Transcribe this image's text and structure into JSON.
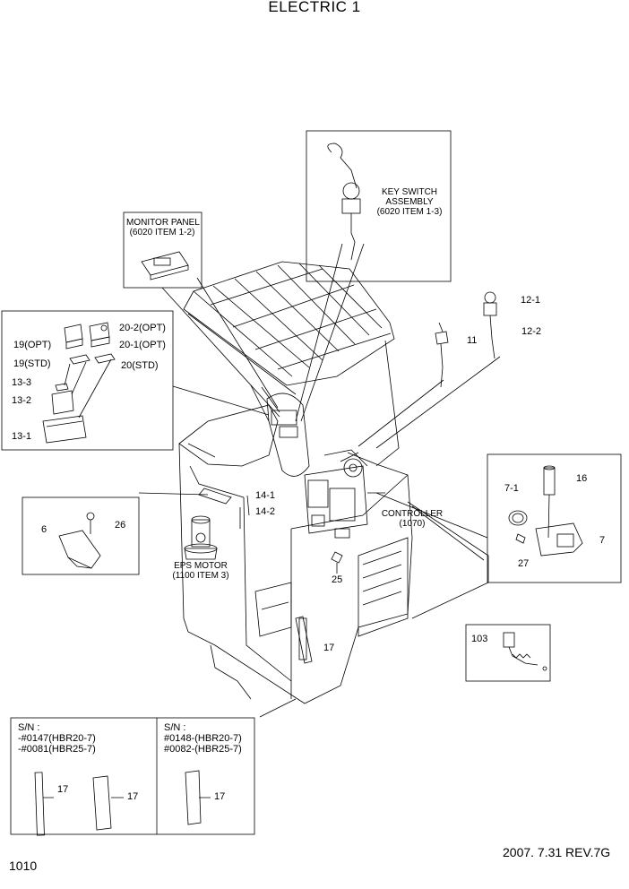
{
  "title": "ELECTRIC 1",
  "page_number": "1010",
  "revision": "2007. 7.31 REV.7G",
  "labels": {
    "monitor_panel": [
      "MONITOR PANEL",
      "(6020 ITEM 1-2)"
    ],
    "key_switch": [
      "KEY SWITCH",
      "ASSEMBLY",
      "(6020 ITEM 1-3)"
    ],
    "controller": [
      "CONTROLLER",
      "(1070)"
    ],
    "eps_motor": [
      "EPS MOTOR",
      "(1100 ITEM 3)"
    ]
  },
  "callouts": {
    "c20_2": "20-2(OPT)",
    "c19_opt": "19(OPT)",
    "c20_1": "20-1(OPT)",
    "c19_std": "19(STD)",
    "c20_std": "20(STD)",
    "c13_3": "13-3",
    "c13_2": "13-2",
    "c13_1": "13-1",
    "c12_1": "12-1",
    "c12_2": "12-2",
    "c11": "11",
    "c16": "16",
    "c7_1": "7-1",
    "c7": "7",
    "c27": "27",
    "c14_1": "14-1",
    "c14_2": "14-2",
    "c26": "26",
    "c6": "6",
    "c25": "25",
    "c17_main": "17",
    "c103": "103"
  },
  "sn_left": {
    "heading": "S/N :",
    "lines": [
      "-#0147(HBR20-7)",
      "-#0081(HBR25-7)"
    ],
    "part_a": "17",
    "part_b": "17"
  },
  "sn_right": {
    "heading": "S/N :",
    "lines": [
      "#0148-(HBR20-7)",
      "#0082-(HBR25-7)"
    ],
    "part": "17"
  }
}
